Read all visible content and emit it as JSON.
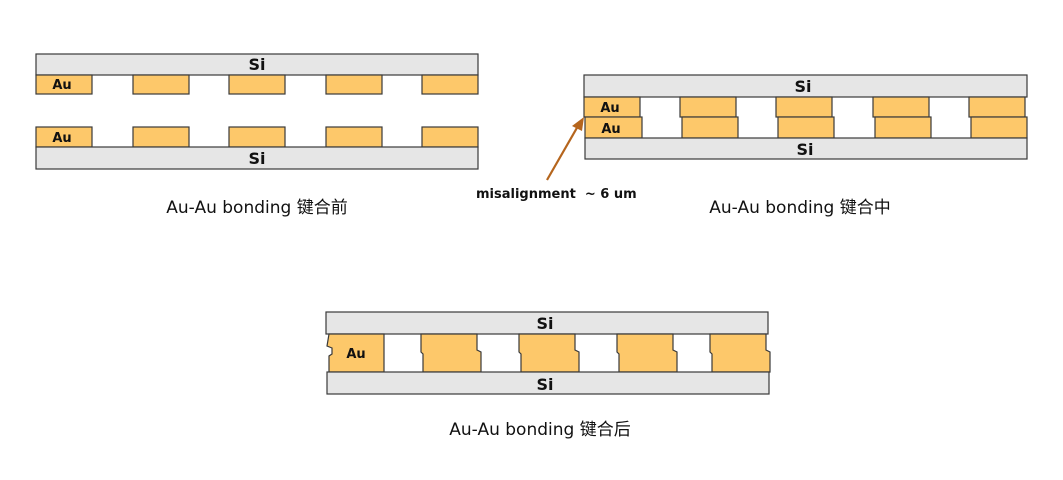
{
  "labels": {
    "si": "Si",
    "au": "Au"
  },
  "captions": {
    "before": "Au-Au bonding 键合前",
    "during": "Au-Au bonding 键合中",
    "after": "Au-Au bonding 键合后"
  },
  "annotation": {
    "misalignment": "misalignment  ~ 6 um"
  },
  "colors": {
    "si_fill": "#e6e6e6",
    "au_fill": "#fdc86a",
    "outline": "#3a3a3a",
    "arrow": "#b5651d"
  }
}
